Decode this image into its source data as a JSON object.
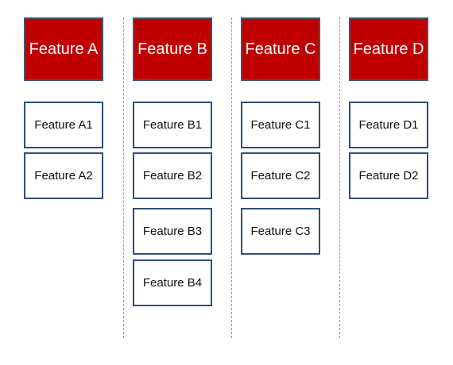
{
  "columns": [
    {
      "header": "Feature A",
      "items": [
        "Feature A1",
        "Feature A2"
      ]
    },
    {
      "header": "Feature B",
      "items": [
        "Feature B1",
        "Feature B2",
        "Feature B3",
        "Feature B4"
      ]
    },
    {
      "header": "Feature C",
      "items": [
        "Feature C1",
        "Feature C2",
        "Feature C3"
      ]
    },
    {
      "header": "Feature D",
      "items": [
        "Feature D1",
        "Feature D2"
      ]
    }
  ],
  "colors": {
    "header_fill": "#c00000",
    "header_border": "#44546a",
    "card_border": "#2f4f7f",
    "divider": "#9a9a9a"
  }
}
